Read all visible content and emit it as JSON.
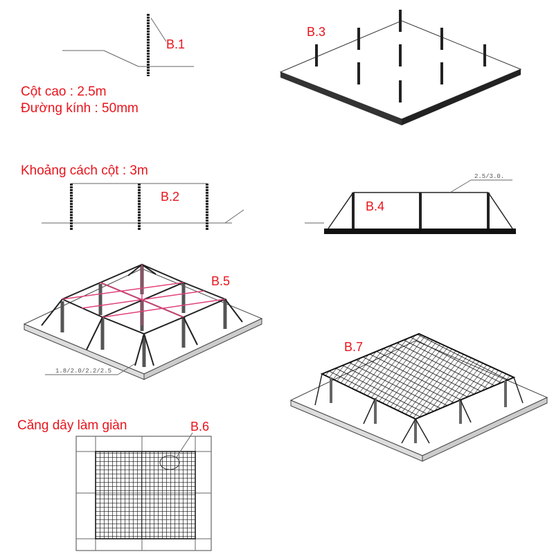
{
  "labels": {
    "b1": "B.1",
    "b2": "B.2",
    "b3": "B.3",
    "b4": "B.4",
    "b5": "B.5",
    "b6": "B.6",
    "b7": "B.7"
  },
  "notes": {
    "pole_height": "Cột cao : 2.5m",
    "pole_diameter": "Đường kính : 50mm",
    "pole_spacing": "Khoảng cách cột : 3m",
    "string_trellis": "Căng dây làm giàn"
  },
  "dimensions": {
    "b4_height": "2.5/3.0.",
    "b5_height": "1.8/2.0/2.2/2.5"
  },
  "colors": {
    "label": "#e8141c",
    "wire": "#e0407a"
  }
}
